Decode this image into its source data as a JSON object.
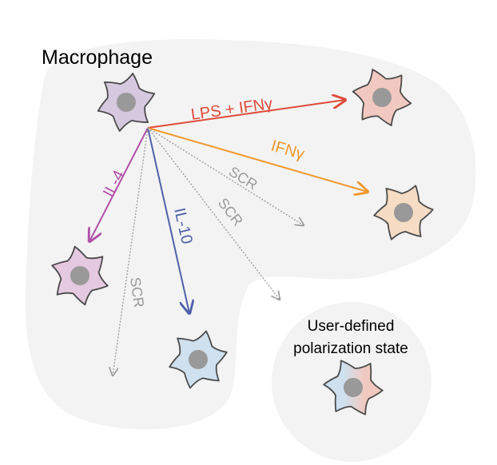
{
  "title": "Macrophage",
  "pathways": [
    {
      "label": "LPS + IFNγ",
      "color": "#e04a3a"
    },
    {
      "label": "IFNγ",
      "color": "#f0982e"
    },
    {
      "label": "IL-4",
      "color": "#b050a8"
    },
    {
      "label": "IL-10",
      "color": "#5060aa"
    },
    {
      "label": "SCR",
      "color": "#9a9a9a"
    },
    {
      "label": "SCR",
      "color": "#9a9a9a"
    },
    {
      "label": "SCR",
      "color": "#9a9a9a"
    }
  ],
  "user_state": {
    "line1": "User-defined",
    "line2": "polarization state"
  },
  "cells": {
    "origin": "#d6c8de",
    "m1": "#f2c9c0",
    "ifng": "#f6dcc4",
    "il4": "#e4c9e0",
    "il10": "#cfe0ee",
    "user_left": "#cfe0ee",
    "user_right": "#f2c9c0",
    "nucleus": "#999999"
  },
  "colors": {
    "blob": "#f3f3f3",
    "outline": "#4a4a4a"
  }
}
